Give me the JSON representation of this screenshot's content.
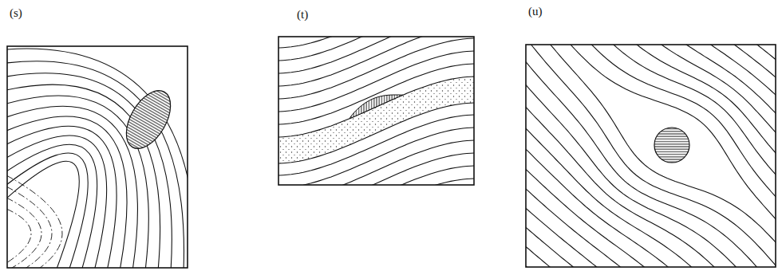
{
  "diagram": {
    "labels": [
      "(s)",
      "(t)",
      "(u)"
    ]
  }
}
